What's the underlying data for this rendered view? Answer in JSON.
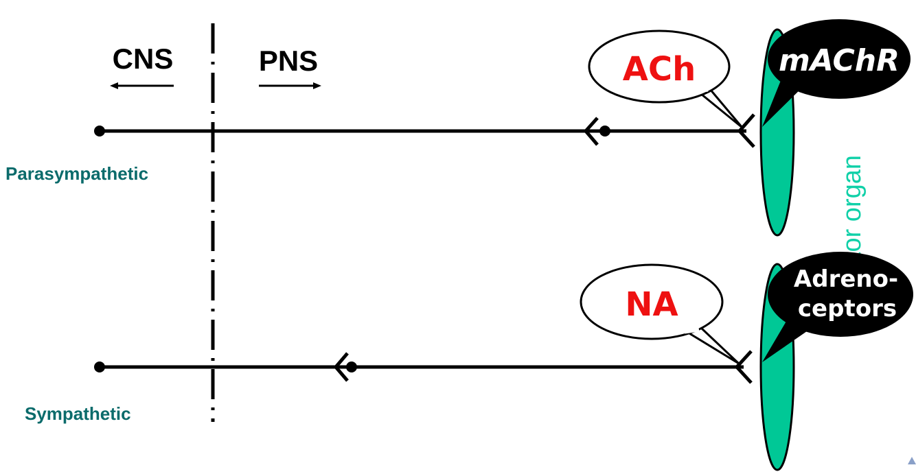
{
  "diagram": {
    "cns_label": "CNS",
    "pns_label": "PNS",
    "parasympathetic": {
      "label": "Parasympathetic",
      "transmitter": "ACh",
      "receptor": "mAChR"
    },
    "sympathetic": {
      "label": "Sympathetic",
      "transmitter": "NA",
      "receptor_line1": "Adreno-",
      "receptor_line2": "ceptors"
    },
    "effector_label": "Effector organ",
    "colors": {
      "division_label": "#0b6b6b",
      "transmitter_text": "#ee1111",
      "effector_fill": "#00c896",
      "effector_text": "#10d0a8",
      "line": "#000000",
      "receptor_bubble": "#000000"
    }
  }
}
